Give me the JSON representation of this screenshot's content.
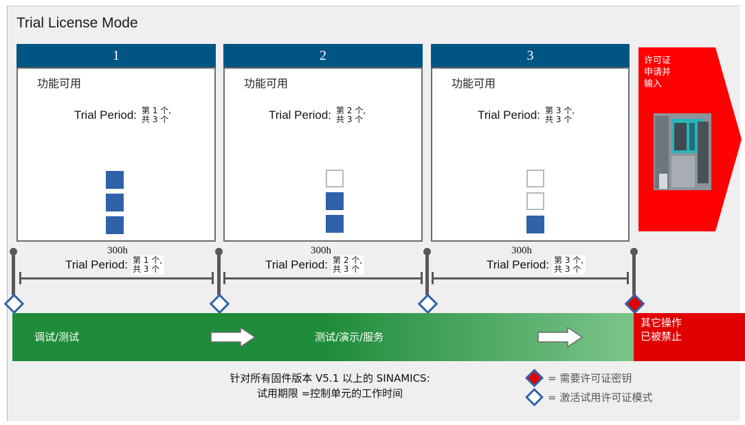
{
  "title": "Trial License Mode",
  "phases": [
    {
      "number": "1",
      "feature": "功能可用",
      "trial_label": "Trial Period:",
      "trial_cn_1": "第 1 个,",
      "trial_cn_2": "共 3 个",
      "remaining": [
        1,
        1,
        1
      ]
    },
    {
      "number": "2",
      "feature": "功能可用",
      "trial_label": "Trial Period:",
      "trial_cn_1": "第 2 个,",
      "trial_cn_2": "共 3 个",
      "remaining": [
        0,
        1,
        1
      ]
    },
    {
      "number": "3",
      "feature": "功能可用",
      "trial_label": "Trial Period:",
      "trial_cn_1": "第 3 个,",
      "trial_cn_2": "共 3 个",
      "remaining": [
        0,
        0,
        1
      ]
    }
  ],
  "timeline": [
    {
      "hours": "300h",
      "trial_label": "Trial Period:",
      "trial_cn_1": "第 1 个,",
      "trial_cn_2": "共 3 个"
    },
    {
      "hours": "300h",
      "trial_label": "Trial Period:",
      "trial_cn_1": "第 2 个,",
      "trial_cn_2": "共 3 个"
    },
    {
      "hours": "300h",
      "trial_label": "Trial Period:",
      "trial_cn_1": "第 3 个,",
      "trial_cn_2": "共 3 个"
    }
  ],
  "license_panel": {
    "line1": "许可证",
    "line2": "申请并",
    "line3": "输入"
  },
  "bar": {
    "left": "调试/测试",
    "middle": "测试/演示/服务",
    "right_1": "其它操作",
    "right_2": "已被禁止"
  },
  "note": {
    "line1": "针对所有固件版本 V5.1 以上的 SINAMICS:",
    "line2": "试用期限 =控制单元的工作时间"
  },
  "legend": {
    "required": "= 需要许可证密钥",
    "activate": "= 激活试用许可证模式"
  },
  "colors": {
    "header": "#005582",
    "filled": "#2f62a8",
    "green": "#1f8c3a",
    "red": "#e00000"
  }
}
